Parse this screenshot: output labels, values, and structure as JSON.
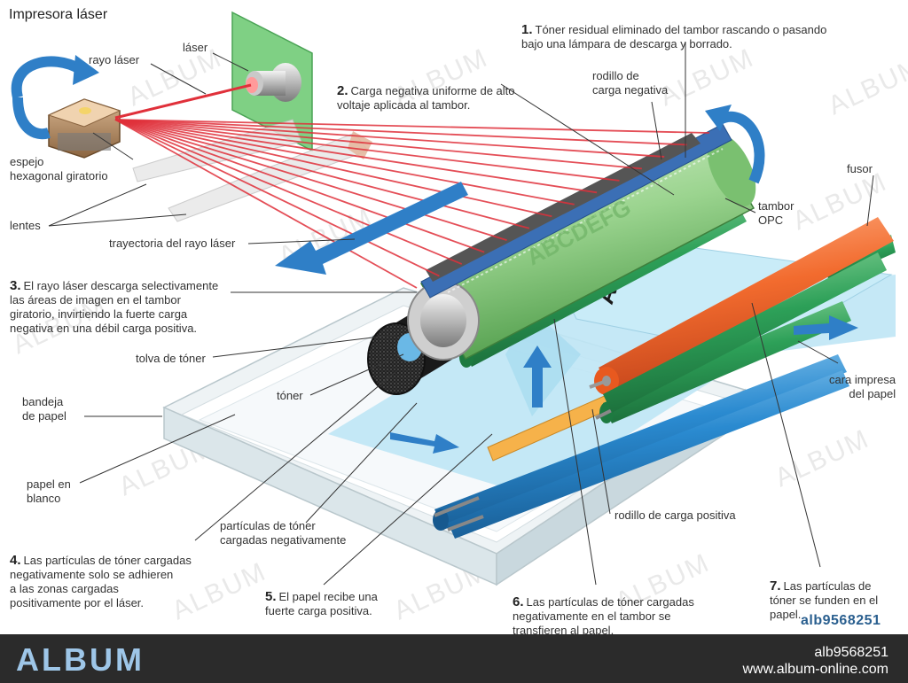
{
  "title": "Impresora láser",
  "labels": {
    "rayo_laser": "rayo láser",
    "laser": "láser",
    "espejo": "espejo\nhexagonal giratorio",
    "lentes": "lentes",
    "trayectoria": "trayectoria del rayo láser",
    "rodillo_negativo": "rodillo de\ncarga negativa",
    "tambor": "tambor\nOPC",
    "fusor": "fusor",
    "tolva": "tolva de tóner",
    "toner": "tóner",
    "bandeja": "bandeja\nde papel",
    "papel_blanco": "papel en\nblanco",
    "particulas": "partículas de tóner\ncargadas negativamente",
    "rodillo_positivo": "rodillo de carga positiva",
    "cara_impresa": "cara impresa\ndel papel"
  },
  "steps": [
    {
      "num": "1.",
      "text": "Tóner residual eliminado del tambor rascando o pasando\nbajo una lámpara de descarga y borrado."
    },
    {
      "num": "2.",
      "text": "Carga negativa uniforme de alto\nvoltaje aplicada al tambor."
    },
    {
      "num": "3.",
      "text": "El rayo láser descarga selectivamente\nlas áreas de imagen en el tambor\ngiratorio, invirtiendo la fuerte carga\nnegativa en una débil carga positiva."
    },
    {
      "num": "4.",
      "text": "Las partículas de tóner cargadas\nnegativamente solo se adhieren\na las zonas cargadas\npositivamente por el láser."
    },
    {
      "num": "5.",
      "text": "El papel recibe una\nfuerte carga positiva."
    },
    {
      "num": "6.",
      "text": "Las partículas de tóner cargadas\nnegativamente en el tambor se\ntransfieren al papel."
    },
    {
      "num": "7.",
      "text": "Las partículas de\ntóner se funden en el\npapel."
    }
  ],
  "paper_text": "ABCDEFG\nHIJKLMN",
  "reference": "alb9568251",
  "watermark": "ALBUM",
  "footer": {
    "brand": "ALBUM",
    "id": "alb9568251",
    "url": "www.album-online.com"
  },
  "colors": {
    "blue_arrow": "#2f7fc7",
    "laser_red": "#e0303a",
    "drum_green": "#8fd08a",
    "fuser_orange": "#f26b2e",
    "paper_blue": "#bfe6f5",
    "footer_bg": "#2b2b2b"
  }
}
